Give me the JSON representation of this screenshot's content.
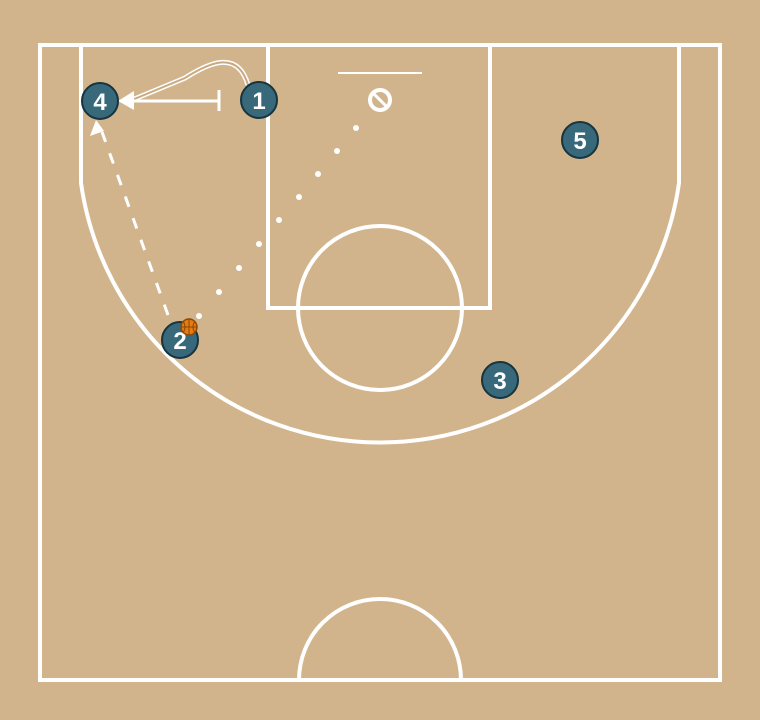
{
  "court": {
    "background_color": "#d2b48c",
    "line_color": "#ffffff"
  },
  "player_style": {
    "fill": "#37697b",
    "stroke": "#17343f",
    "text_color": "#ffffff"
  },
  "ball": {
    "color": "#e87a12",
    "icon": "basketball-icon",
    "holder": "2"
  },
  "players": [
    {
      "label": "1"
    },
    {
      "label": "2"
    },
    {
      "label": "3"
    },
    {
      "label": "4"
    },
    {
      "label": "5"
    }
  ],
  "actions": [
    {
      "type": "screen",
      "by": "1",
      "description_icon": "screen-line"
    },
    {
      "type": "cut",
      "by": "1",
      "to": "4",
      "description_icon": "arrow-icon"
    },
    {
      "type": "pass",
      "from": "2",
      "to": "basket",
      "description_icon": "dotted-line"
    },
    {
      "type": "dribble-cut",
      "from": "2",
      "to": "4",
      "description_icon": "dashed-arrow-icon"
    }
  ]
}
